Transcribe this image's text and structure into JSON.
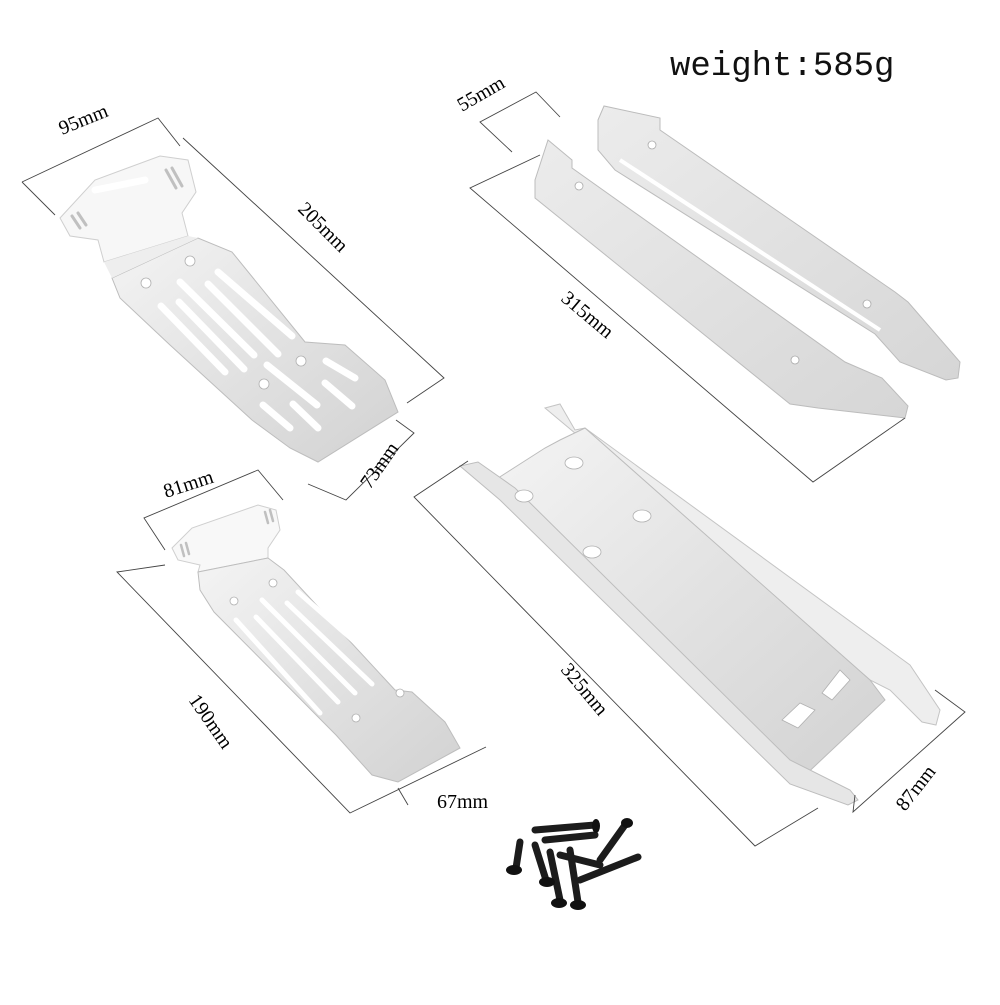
{
  "title": "weight:585g",
  "weight": {
    "label": "weight",
    "value": "585g"
  },
  "parts": [
    {
      "name": "front-skid-plate-large",
      "dimensions": {
        "width": "95mm",
        "length": "205mm",
        "end_width": "73mm"
      }
    },
    {
      "name": "side-rails-pair",
      "dimensions": {
        "width": "55mm",
        "length": "315mm"
      }
    },
    {
      "name": "front-skid-plate-small",
      "dimensions": {
        "width": "81mm",
        "length": "190mm",
        "end_width": "67mm"
      }
    },
    {
      "name": "center-skid-plate",
      "dimensions": {
        "length": "325mm",
        "width": "87mm"
      }
    },
    {
      "name": "screws",
      "description": "black countersunk hex screws"
    }
  ],
  "colors": {
    "background": "#ffffff",
    "metal": "#e4e4e4",
    "metal_shadow": "#c8c8c8",
    "line": "#333333",
    "screw": "#1a1a1a"
  }
}
